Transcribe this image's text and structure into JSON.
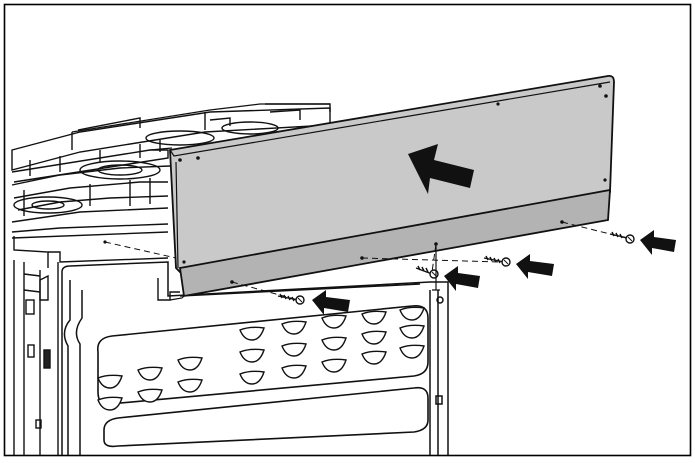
{
  "colors": {
    "frame": "#000000",
    "panel_face": "#c9c9c9",
    "panel_shadow": "#b3b3b3",
    "line": "#111111",
    "background": "#ffffff"
  },
  "icons": [
    "backguard-panel",
    "push-direction-arrow",
    "screw-icon",
    "screw-pointer-arrow",
    "cooktop-grate",
    "oven-back-vents"
  ],
  "screw_count": 4
}
